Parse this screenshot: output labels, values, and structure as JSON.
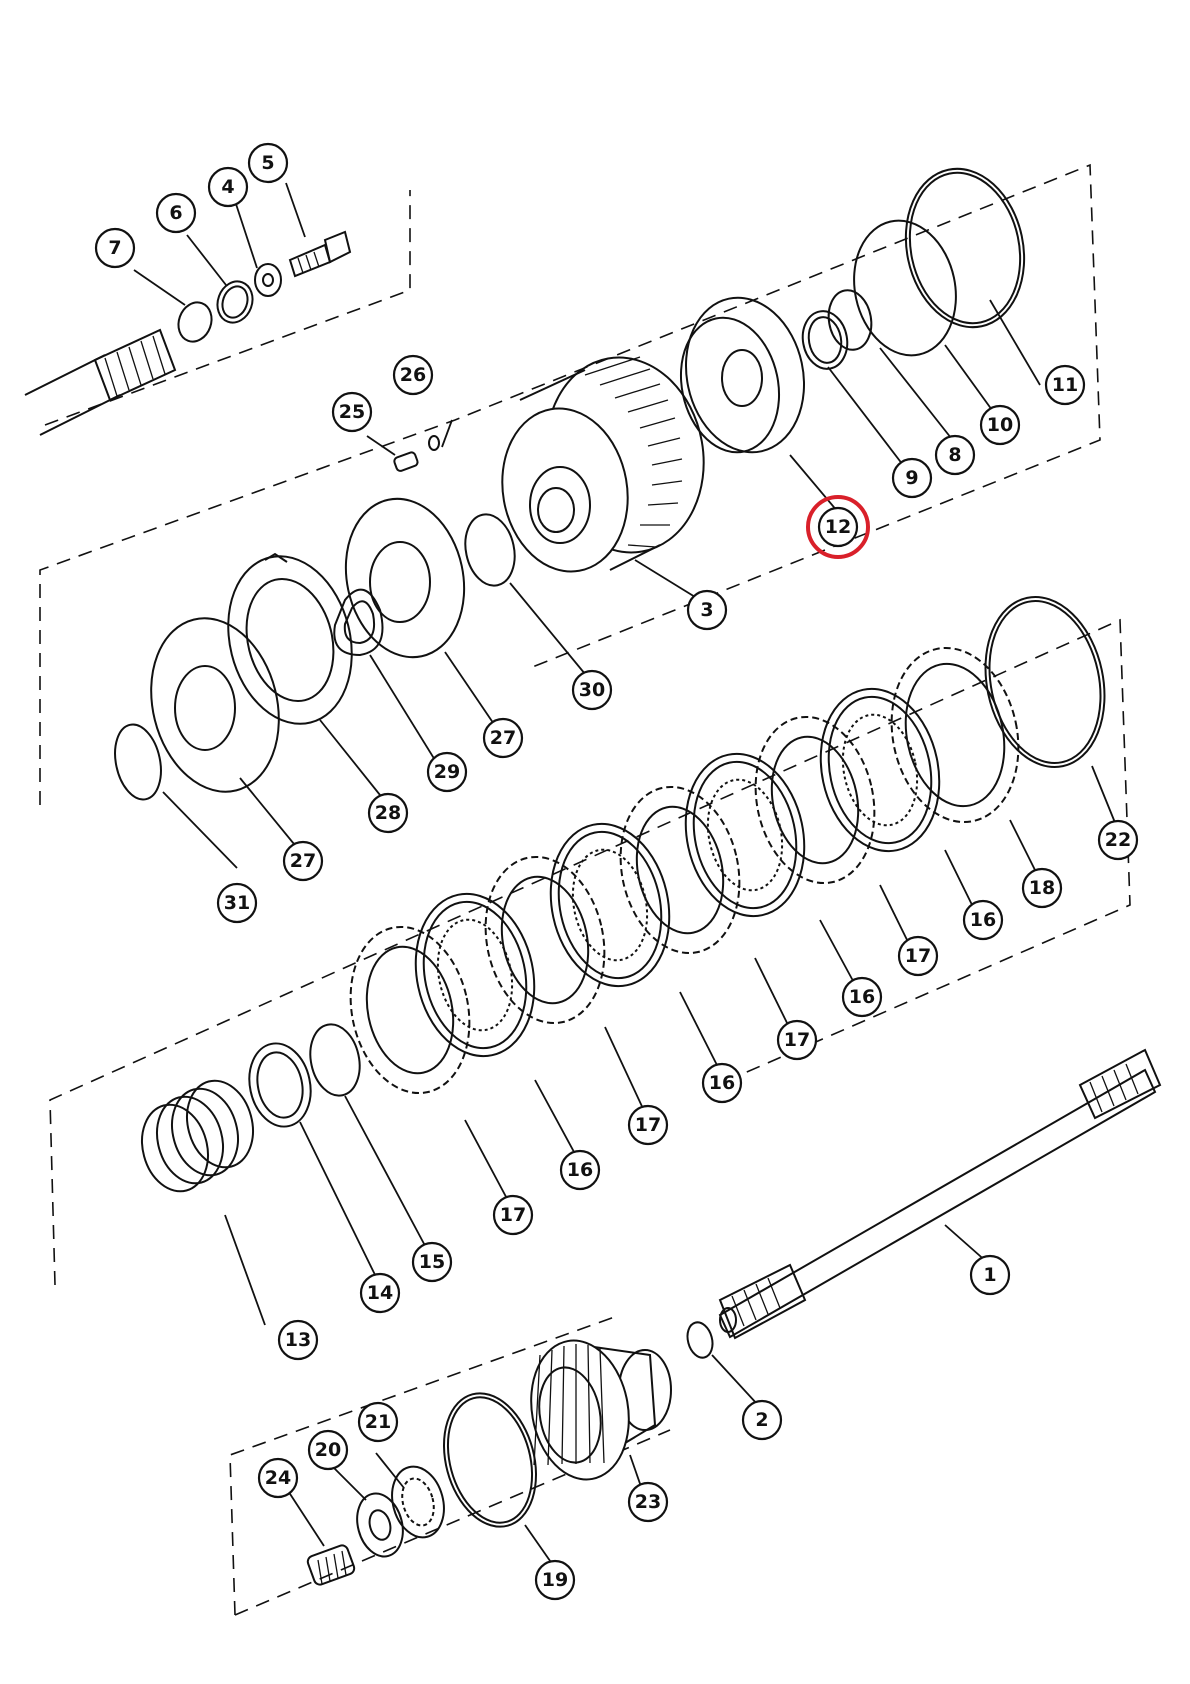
{
  "colors": {
    "line": "#111111",
    "highlight": "#d9202a",
    "background": "#ffffff"
  },
  "highlighted_callout": "12",
  "callouts": [
    {
      "id": "c1",
      "label": "1"
    },
    {
      "id": "c2",
      "label": "2"
    },
    {
      "id": "c3",
      "label": "3"
    },
    {
      "id": "c4",
      "label": "4"
    },
    {
      "id": "c5",
      "label": "5"
    },
    {
      "id": "c6",
      "label": "6"
    },
    {
      "id": "c7",
      "label": "7"
    },
    {
      "id": "c8",
      "label": "8"
    },
    {
      "id": "c9",
      "label": "9"
    },
    {
      "id": "c10",
      "label": "10"
    },
    {
      "id": "c11",
      "label": "11"
    },
    {
      "id": "c12",
      "label": "12"
    },
    {
      "id": "c13",
      "label": "13"
    },
    {
      "id": "c14",
      "label": "14"
    },
    {
      "id": "c15",
      "label": "15"
    },
    {
      "id": "c16a",
      "label": "16"
    },
    {
      "id": "c16b",
      "label": "16"
    },
    {
      "id": "c16c",
      "label": "16"
    },
    {
      "id": "c16d",
      "label": "16"
    },
    {
      "id": "c17a",
      "label": "17"
    },
    {
      "id": "c17b",
      "label": "17"
    },
    {
      "id": "c17c",
      "label": "17"
    },
    {
      "id": "c17d",
      "label": "17"
    },
    {
      "id": "c18",
      "label": "18"
    },
    {
      "id": "c19",
      "label": "19"
    },
    {
      "id": "c20",
      "label": "20"
    },
    {
      "id": "c21",
      "label": "21"
    },
    {
      "id": "c22",
      "label": "22"
    },
    {
      "id": "c23",
      "label": "23"
    },
    {
      "id": "c24",
      "label": "24"
    },
    {
      "id": "c25",
      "label": "25"
    },
    {
      "id": "c26",
      "label": "26"
    },
    {
      "id": "c27a",
      "label": "27"
    },
    {
      "id": "c27b",
      "label": "27"
    },
    {
      "id": "c28",
      "label": "28"
    },
    {
      "id": "c29",
      "label": "29"
    },
    {
      "id": "c30",
      "label": "30"
    },
    {
      "id": "c31",
      "label": "31"
    }
  ]
}
